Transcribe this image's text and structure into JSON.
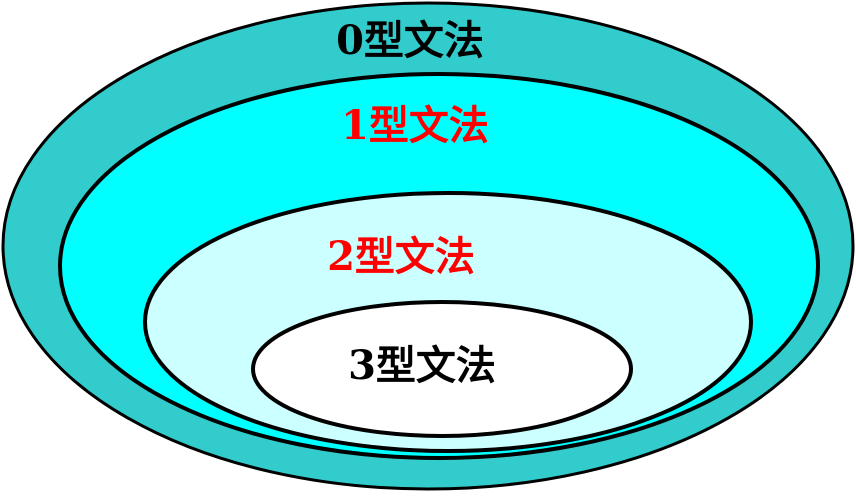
{
  "diagram": {
    "levels": [
      {
        "label": "0型文法",
        "fill": "#33cccc",
        "text_color": "#000000"
      },
      {
        "label": "1型文法",
        "fill": "#00ffff",
        "text_color": "#ff0000"
      },
      {
        "label": "2型文法",
        "fill": "#ccffff",
        "text_color": "#ff0000"
      },
      {
        "label": "3型文法",
        "fill": "#ffffff",
        "text_color": "#000000"
      }
    ]
  }
}
